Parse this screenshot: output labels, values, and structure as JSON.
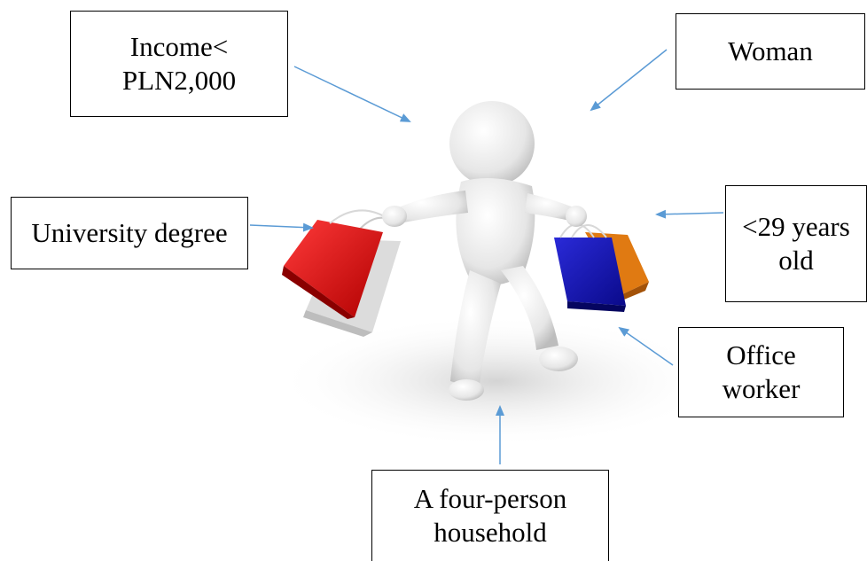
{
  "labels": {
    "income": [
      "Income<",
      "PLN2,000"
    ],
    "woman": [
      "Woman"
    ],
    "degree": [
      "University degree"
    ],
    "age": [
      "<29 years",
      "old"
    ],
    "office": [
      "Office",
      "worker"
    ],
    "household": [
      "A four-person",
      "household"
    ]
  },
  "colors": {
    "arrow": "#5b9bd5",
    "bag_red": "#e02020",
    "bag_white": "#e8e8e8",
    "bag_blue": "#1f1fb8",
    "bag_orange": "#e07a12",
    "figure": "#f2f2f2"
  }
}
